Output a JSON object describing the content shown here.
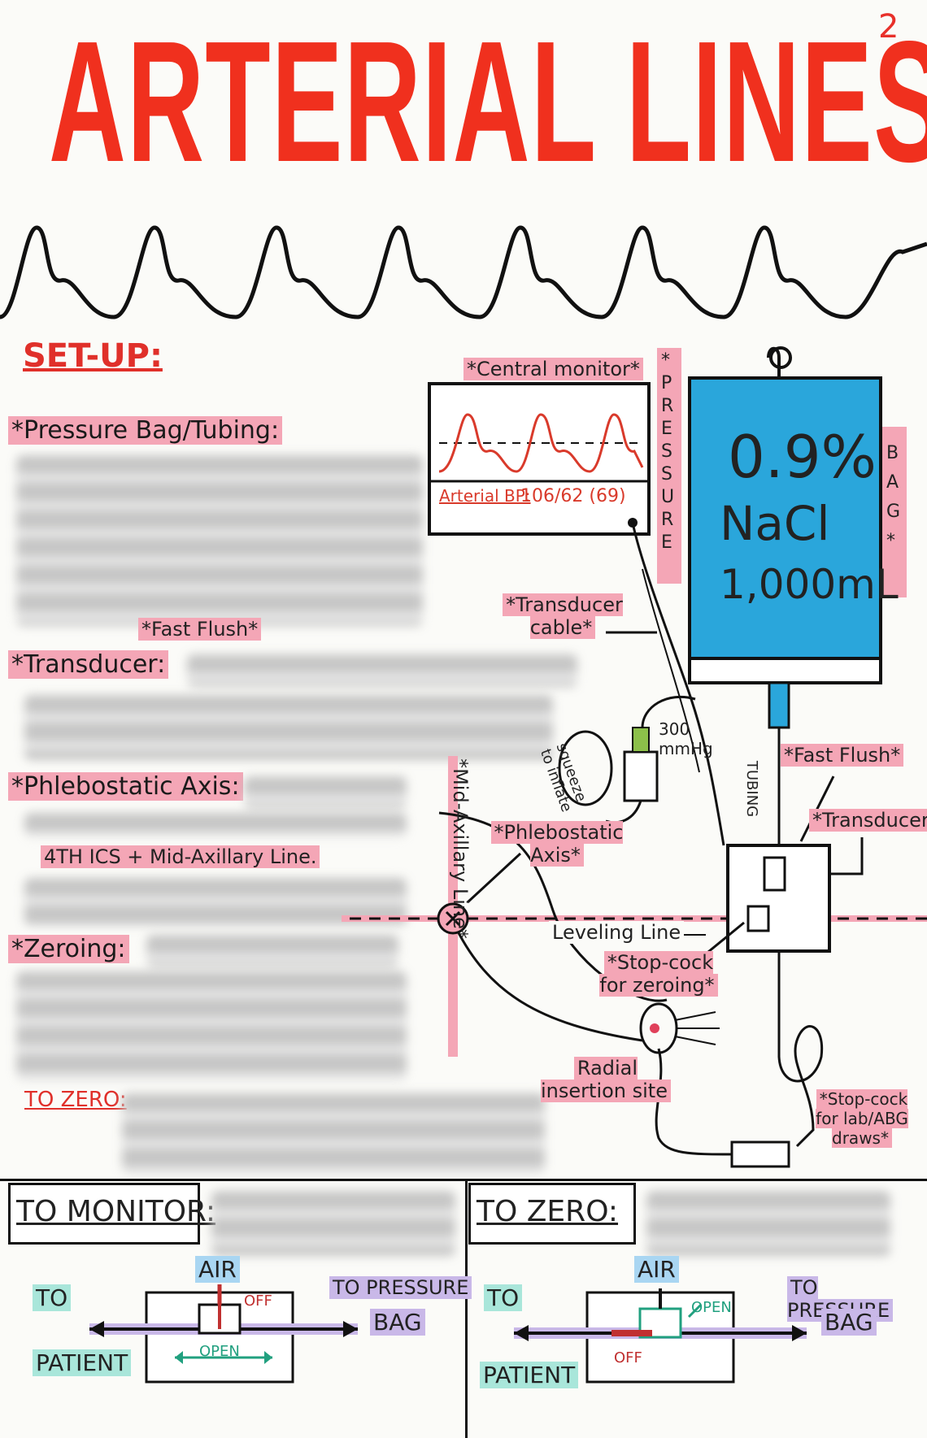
{
  "page": {
    "title": "ARTERIAL LINES",
    "page_number": "2"
  },
  "setup": {
    "heading": "SET-UP:",
    "pressure_bag": "*Pressure Bag/Tubing:",
    "fast_flush_note": "*Fast Flush*",
    "transducer": "*Transducer:",
    "phlebostatic": "*Phlebostatic Axis:",
    "phleb_detail": "4TH ICS + Mid-Axillary Line.",
    "zeroing": "*Zeroing:",
    "to_zero": "TO ZERO:"
  },
  "diagram": {
    "central_monitor": "*Central monitor*",
    "art_bp_label": "Arterial BP:",
    "art_bp_value": "106/62 (69)",
    "pressure_vertical": "*PRESSURE",
    "bag_vertical": "BAG*",
    "bag_line1": "0.9%",
    "bag_line2": "NaCl",
    "bag_line3": "1,000mL",
    "transducer_cable": "*Transducer cable*",
    "pressure_300": "300 mmHg",
    "squeeze": "squeeze to inflate",
    "tubing": "TUBING",
    "fast_flush": "*Fast Flush*",
    "transducer": "*Transducer*",
    "mid_axillary": "*Mid-Axillary Line*",
    "phlebostatic_axis": "*Phlebostatic Axis*",
    "leveling_line": "Leveling Line",
    "stopcock_zero": "*Stop-cock for zeroing*",
    "radial": "Radial insertion site",
    "stopcock_lab": "*Stop-cock for lab/ABG draws*"
  },
  "bottom": {
    "to_monitor": "TO MONITOR:",
    "to_zero": "TO ZERO:",
    "left": {
      "air": "AIR",
      "to": "TO",
      "patient": "PATIENT",
      "to_pressure": "TO PRESSURE",
      "bag": "BAG",
      "off": "OFF",
      "open": "OPEN"
    },
    "right": {
      "air": "AIR",
      "to": "TO",
      "patient": "PATIENT",
      "to_pressure": "TO PRESSURE",
      "bag": "BAG",
      "off": "OFF",
      "open": "OPEN"
    }
  },
  "colors": {
    "title": "#f0301e",
    "pink": "#f4a6b6",
    "teal": "#a9e6da",
    "purple": "#c9b8e8",
    "bag_blue": "#2aa6db"
  }
}
